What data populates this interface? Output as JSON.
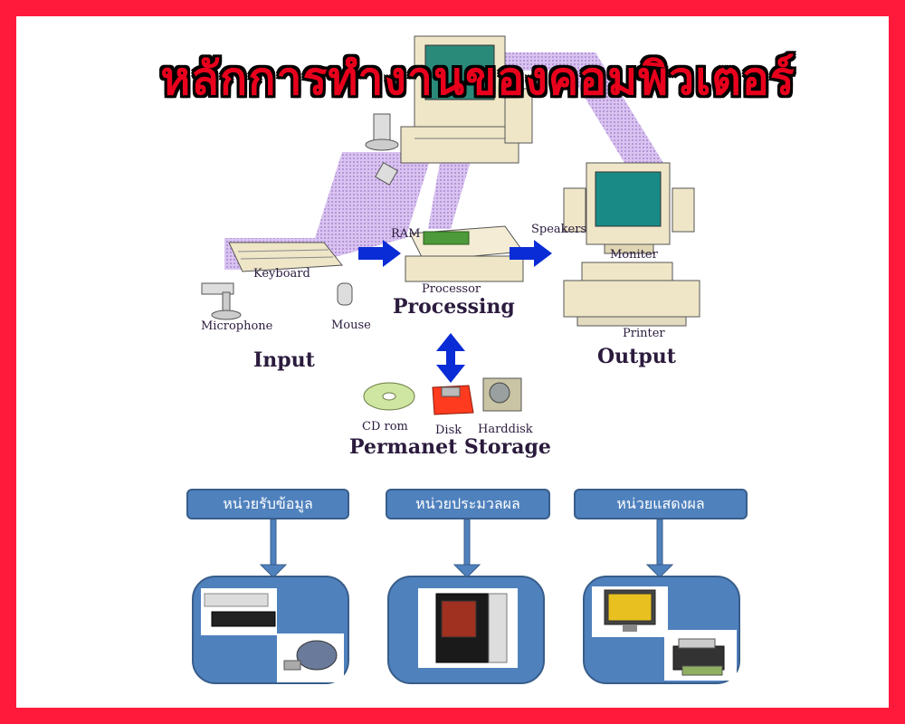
{
  "title": "หลักการทำงานของคอมพิวเตอร์",
  "diagram": {
    "labels": {
      "ram": "RAM",
      "speakers": "Speakers",
      "monitor": "Moniter",
      "keyboard": "Keyboard",
      "processor": "Processor",
      "processing": "Processing",
      "microphone": "Microphone",
      "mouse": "Mouse",
      "printer": "Printer",
      "input": "Input",
      "output": "Output",
      "cdrom": "CD rom",
      "disk": "Disk",
      "harddisk": "Harddisk",
      "storage": "Permanet Storage"
    }
  },
  "units": [
    {
      "label": "หน่วยรับข้อมูล"
    },
    {
      "label": "หน่วยประมวลผล"
    },
    {
      "label": "หน่วยแสดงผล"
    }
  ],
  "colors": {
    "frame": "#ff1a3c",
    "box": "#4f81bd",
    "arrow": "#0a2cd6",
    "beam": "#c9a8e8"
  }
}
